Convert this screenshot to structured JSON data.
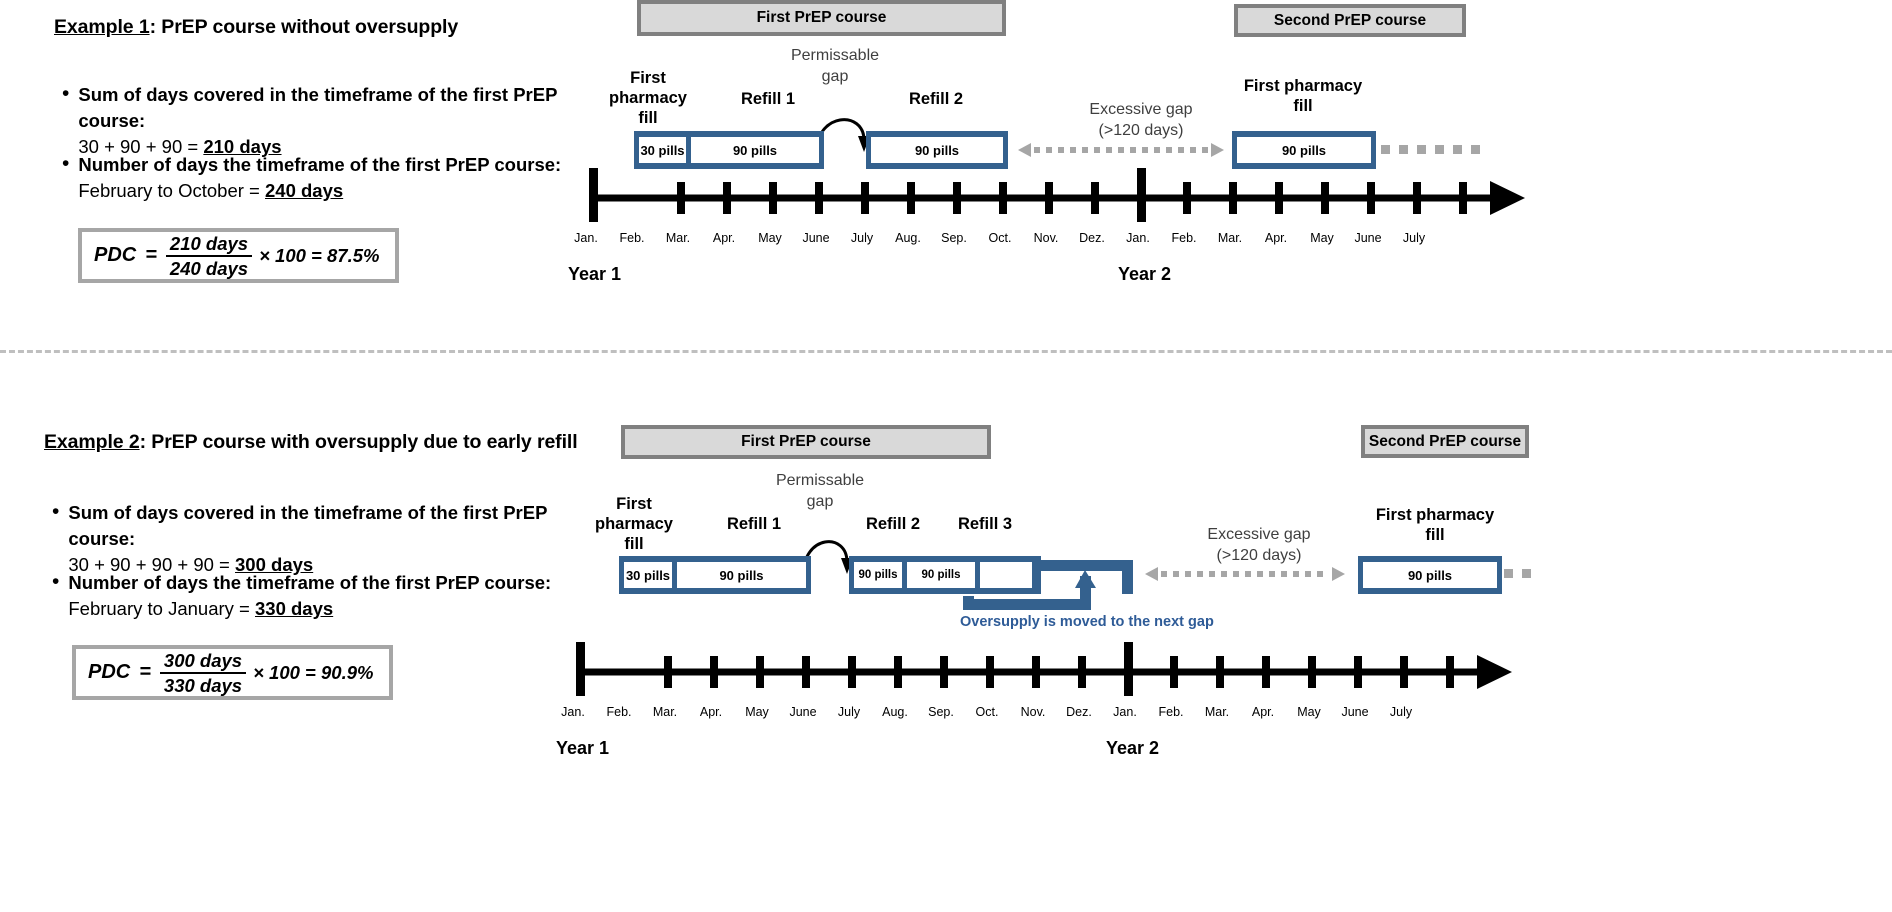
{
  "colors": {
    "pill_blue": "#34618e",
    "course_fill": "#d9d9d9",
    "course_border": "#808080",
    "gap_gray": "#a6a6a6",
    "oversupply_blue": "#2e5b97"
  },
  "months": [
    "Jan.",
    "Feb.",
    "Mar.",
    "Apr.",
    "May",
    "June",
    "July",
    "Aug.",
    "Sep.",
    "Oct.",
    "Nov.",
    "Dez.",
    "Jan.",
    "Feb.",
    "Mar.",
    "Apr.",
    "May",
    "June",
    "July"
  ],
  "year_labels": {
    "year1": "Year 1",
    "year2": "Year 2"
  },
  "example1": {
    "title_underlined": "Example 1",
    "title_rest": ": PrEP course without oversupply",
    "bullets": [
      {
        "lead": "Sum of days covered",
        "mid": " in the timeframe of the first PrEP course:",
        "line2_prefix": "30 + 90 + 90 = ",
        "line2_value": "210 days"
      },
      {
        "lead": "Number of days the timeframe of the first PrEP course:",
        "line2_prefix": "February to October =  ",
        "line2_value": "240 days"
      }
    ],
    "pdc": {
      "label": "PDC",
      "equals": "=",
      "numerator": "210 days",
      "denominator": "240 days",
      "tail": "× 100 = 87.5%"
    },
    "timeline": {
      "course_first": "First PrEP course",
      "course_second": "Second PrEP course",
      "permissable_gap": "Permissable\ngap",
      "permissable_gap_line1": "Permissable",
      "permissable_gap_line2": "gap",
      "excessive_gap_line1": "Excessive gap",
      "excessive_gap_line2": "(>120 days)",
      "first_fill_label_line1": "First",
      "first_fill_label_line2": "pharmacy",
      "first_fill_label_line3": "fill",
      "refill1_label": "Refill 1",
      "refill2_label": "Refill 2",
      "second_first_fill_line1": "First pharmacy",
      "second_first_fill_line2": "fill",
      "pills_30": "30 pills",
      "pills_90": "90 pills"
    }
  },
  "example2": {
    "title_underlined": "Example 2",
    "title_rest": ": PrEP course with oversupply due to early refill",
    "bullets": [
      {
        "lead": "Sum of days covered",
        "mid": " in the timeframe of the first PrEP course:",
        "line2_prefix": "30 + 90 + 90 + 90 = ",
        "line2_value": "300 days"
      },
      {
        "lead": "Number of days the timeframe of the first PrEP course:",
        "line2_prefix": "February to January =  ",
        "line2_value": "330 days"
      }
    ],
    "pdc": {
      "label": "PDC",
      "equals": "=",
      "numerator": "300 days",
      "denominator": "330 days",
      "tail": "× 100 = 90.9%"
    },
    "timeline": {
      "course_first": "First PrEP course",
      "course_second": "Second PrEP course",
      "permissable_gap_line1": "Permissable",
      "permissable_gap_line2": "gap",
      "excessive_gap_line1": "Excessive gap",
      "excessive_gap_line2": "(>120 days)",
      "first_fill_label_line1": "First",
      "first_fill_label_line2": "pharmacy",
      "first_fill_label_line3": "fill",
      "refill1_label": "Refill 1",
      "refill2_label": "Refill 2",
      "refill3_label": "Refill 3",
      "second_first_fill_line1": "First pharmacy",
      "second_first_fill_line2": "fill",
      "pills_30": "30 pills",
      "pills_90": "90 pills",
      "oversupply_note": "Oversupply is moved to the next gap"
    }
  }
}
